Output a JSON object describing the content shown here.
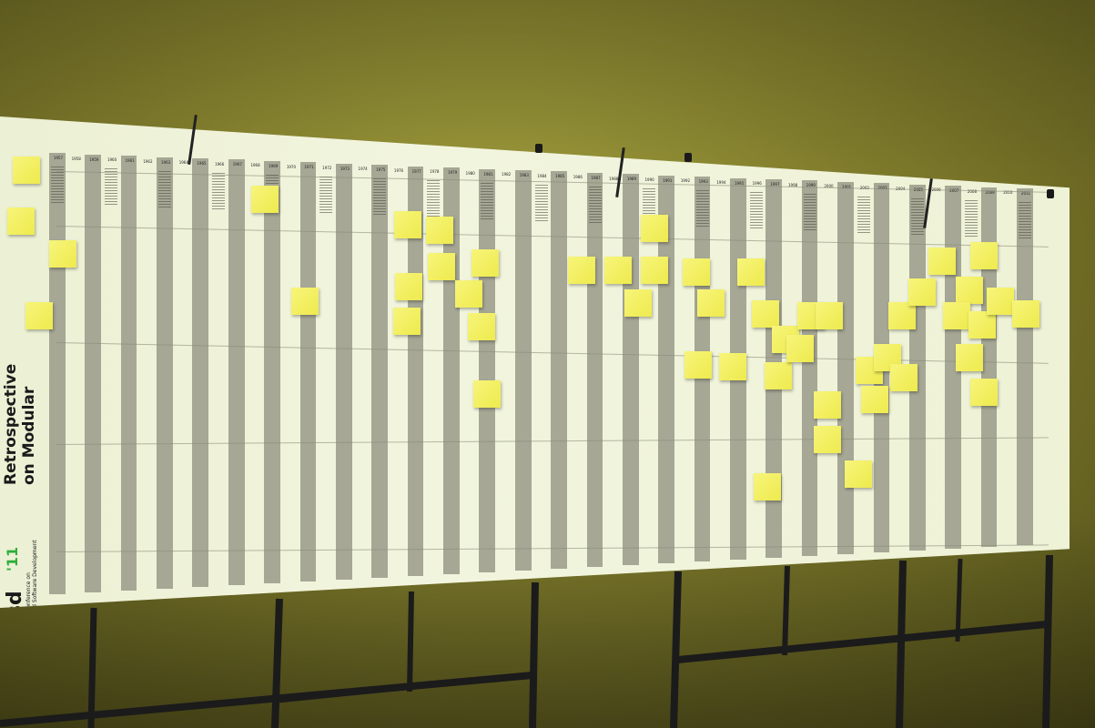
{
  "banner": {
    "title_line1": "Retrospective",
    "title_line2": "on Modular",
    "logo_text": "aosd",
    "logo_year": "'11",
    "conference_line1": "International Conference on",
    "conference_line2": "Aspect-Oriented Software Development"
  },
  "timeline": {
    "years": [
      "1957",
      "1958",
      "1959",
      "1960",
      "1961",
      "1962",
      "1963",
      "1964",
      "1965",
      "1966",
      "1967",
      "1968",
      "1969",
      "1970",
      "1971",
      "1972",
      "1973",
      "1974",
      "1975",
      "1976",
      "1977",
      "1978",
      "1979",
      "1980",
      "1981",
      "1982",
      "1983",
      "1984",
      "1985",
      "1986",
      "1987",
      "1988",
      "1989",
      "1990",
      "1991",
      "1992",
      "1993",
      "1994",
      "1995",
      "1996",
      "1997",
      "1998",
      "1999",
      "2000",
      "2001",
      "2002",
      "2003",
      "2004",
      "2005",
      "2006",
      "2007",
      "2008",
      "2009",
      "2010",
      "2011"
    ]
  },
  "colors": {
    "wall": "#8a8630",
    "banner": "#eef2d6",
    "column": "#9d9e8d",
    "sticky_note": "#f3f060",
    "logo_green": "#2fae3a",
    "stand_frame": "#1c1c1c"
  }
}
